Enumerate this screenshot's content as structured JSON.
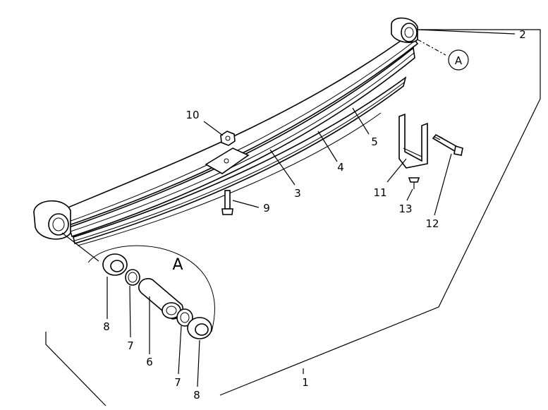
{
  "labels": {
    "l1": "1",
    "l2": "2",
    "l3": "3",
    "l4": "4",
    "l5": "5",
    "l6": "6",
    "l7a": "7",
    "l7b": "7",
    "l8a": "8",
    "l8b": "8",
    "l9": "9",
    "l10": "10",
    "l11": "11",
    "l12": "12",
    "l13": "13",
    "detail_ref": "A",
    "detail_group": "A"
  },
  "colors": {
    "ink": "#000000",
    "paper": "#ffffff"
  }
}
